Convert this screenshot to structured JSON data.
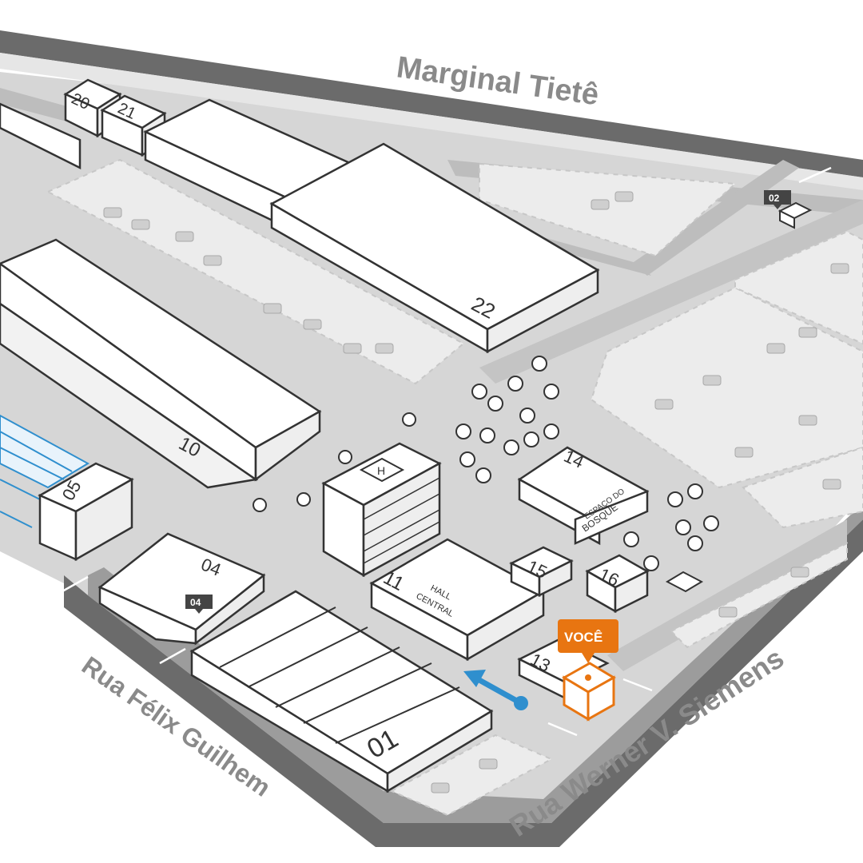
{
  "roads": {
    "north": "Marginal Tietê",
    "west": "Rua Félix Guilhem",
    "south": "Rua Werner V. Siemens"
  },
  "buildings": {
    "b20": "20",
    "b21": "21",
    "b22": "22",
    "b10": "10",
    "b05": "05",
    "b04": "04",
    "b01": "01",
    "b11": "11",
    "hall_line1": "HALL",
    "hall_line2": "CENTRAL",
    "b15": "15",
    "b16": "16",
    "b13": "13",
    "b14": "14",
    "bosque_line1": "ESPAÇO DO",
    "bosque_line2": "BOSQUE",
    "heliport": "H"
  },
  "gates": {
    "g02": "02",
    "g04": "04"
  },
  "you_are_here": "VOCÊ",
  "colors": {
    "road": "#6e6e6e",
    "ground": "#d9d9d9",
    "parking": "#ececec",
    "building": "#ffffff",
    "outline": "#333333",
    "accent": "#e87511",
    "arrow": "#2f8fce",
    "highlight_stripes": "#2f8fce"
  }
}
